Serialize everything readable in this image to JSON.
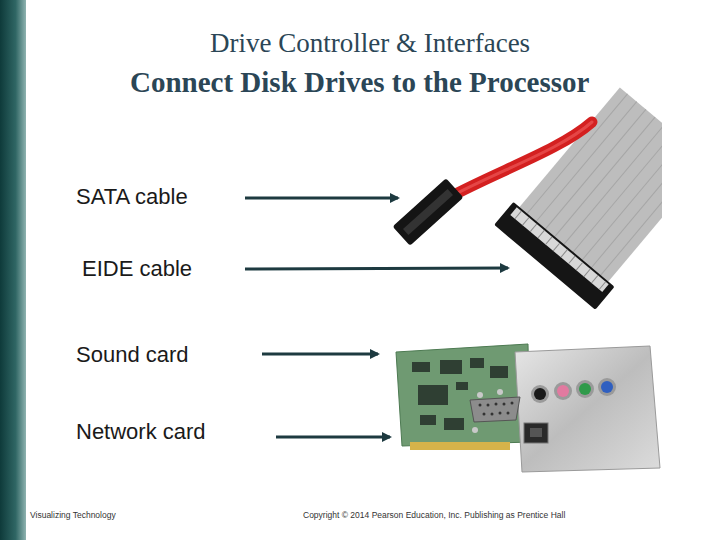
{
  "diagram": {
    "title": "Drive Controller & Interfaces",
    "labels": [
      "Connect Disk Drives to the Processor",
      "SATA cable",
      "EIDE cable",
      "Sound card",
      "Network card",
      "Visualizing Technology",
      "Copyright © 2014 Pearson Education, Inc. Publishing as Prentice Hall"
    ]
  }
}
